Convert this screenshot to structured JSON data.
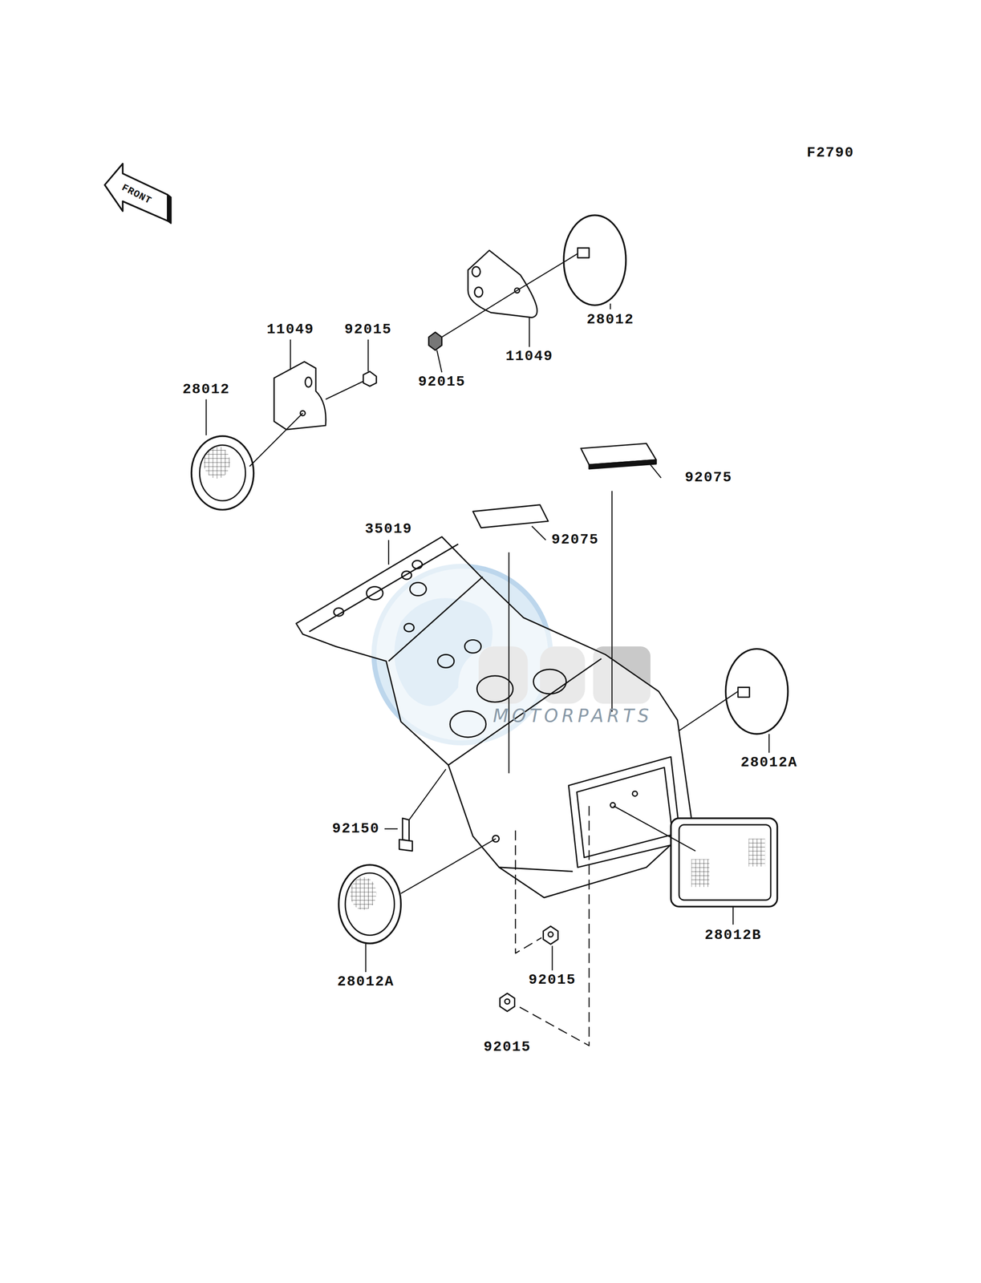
{
  "diagram": {
    "labels": [
      "F2790",
      "FRONT",
      "11049",
      "92015",
      "28012",
      "11049",
      "92015",
      "28012",
      "92075",
      "92075",
      "35019",
      "28012A",
      "92150",
      "28012B",
      "28012A",
      "92015",
      "92015",
      "MOTORPARTS"
    ]
  }
}
